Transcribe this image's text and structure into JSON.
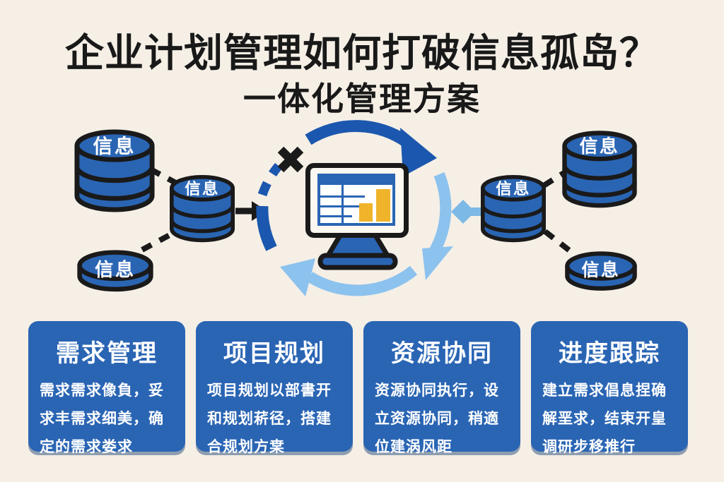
{
  "title": "企业计划管理如何打破信息孤岛？",
  "subtitle": "一体化管理方案",
  "diagram": {
    "db_label": "信息",
    "colors": {
      "background": "#f5efe6",
      "primary_blue": "#2a65b4",
      "dark_arc_blue": "#1b57ae",
      "light_arc_blue": "#8cc2ee",
      "bar_yellow": "#f0b42a",
      "ink": "#1a1a1a"
    }
  },
  "cards": [
    {
      "title": "需求管理",
      "body": "需求需求像負，妥\n求丰需求细美，确\n定的需求娄求"
    },
    {
      "title": "项目规划",
      "body": "项目规划以部書开\n和规划菥径，搭建\n合规划方枽"
    },
    {
      "title": "资源协同",
      "body": "资源协同执行，设\n立资源协同，稍適\n位建涡风距"
    },
    {
      "title": "进度跟踪",
      "body": "建立需求倡息捏确\n解垩求，结束开皇\n调研步移推行"
    }
  ]
}
